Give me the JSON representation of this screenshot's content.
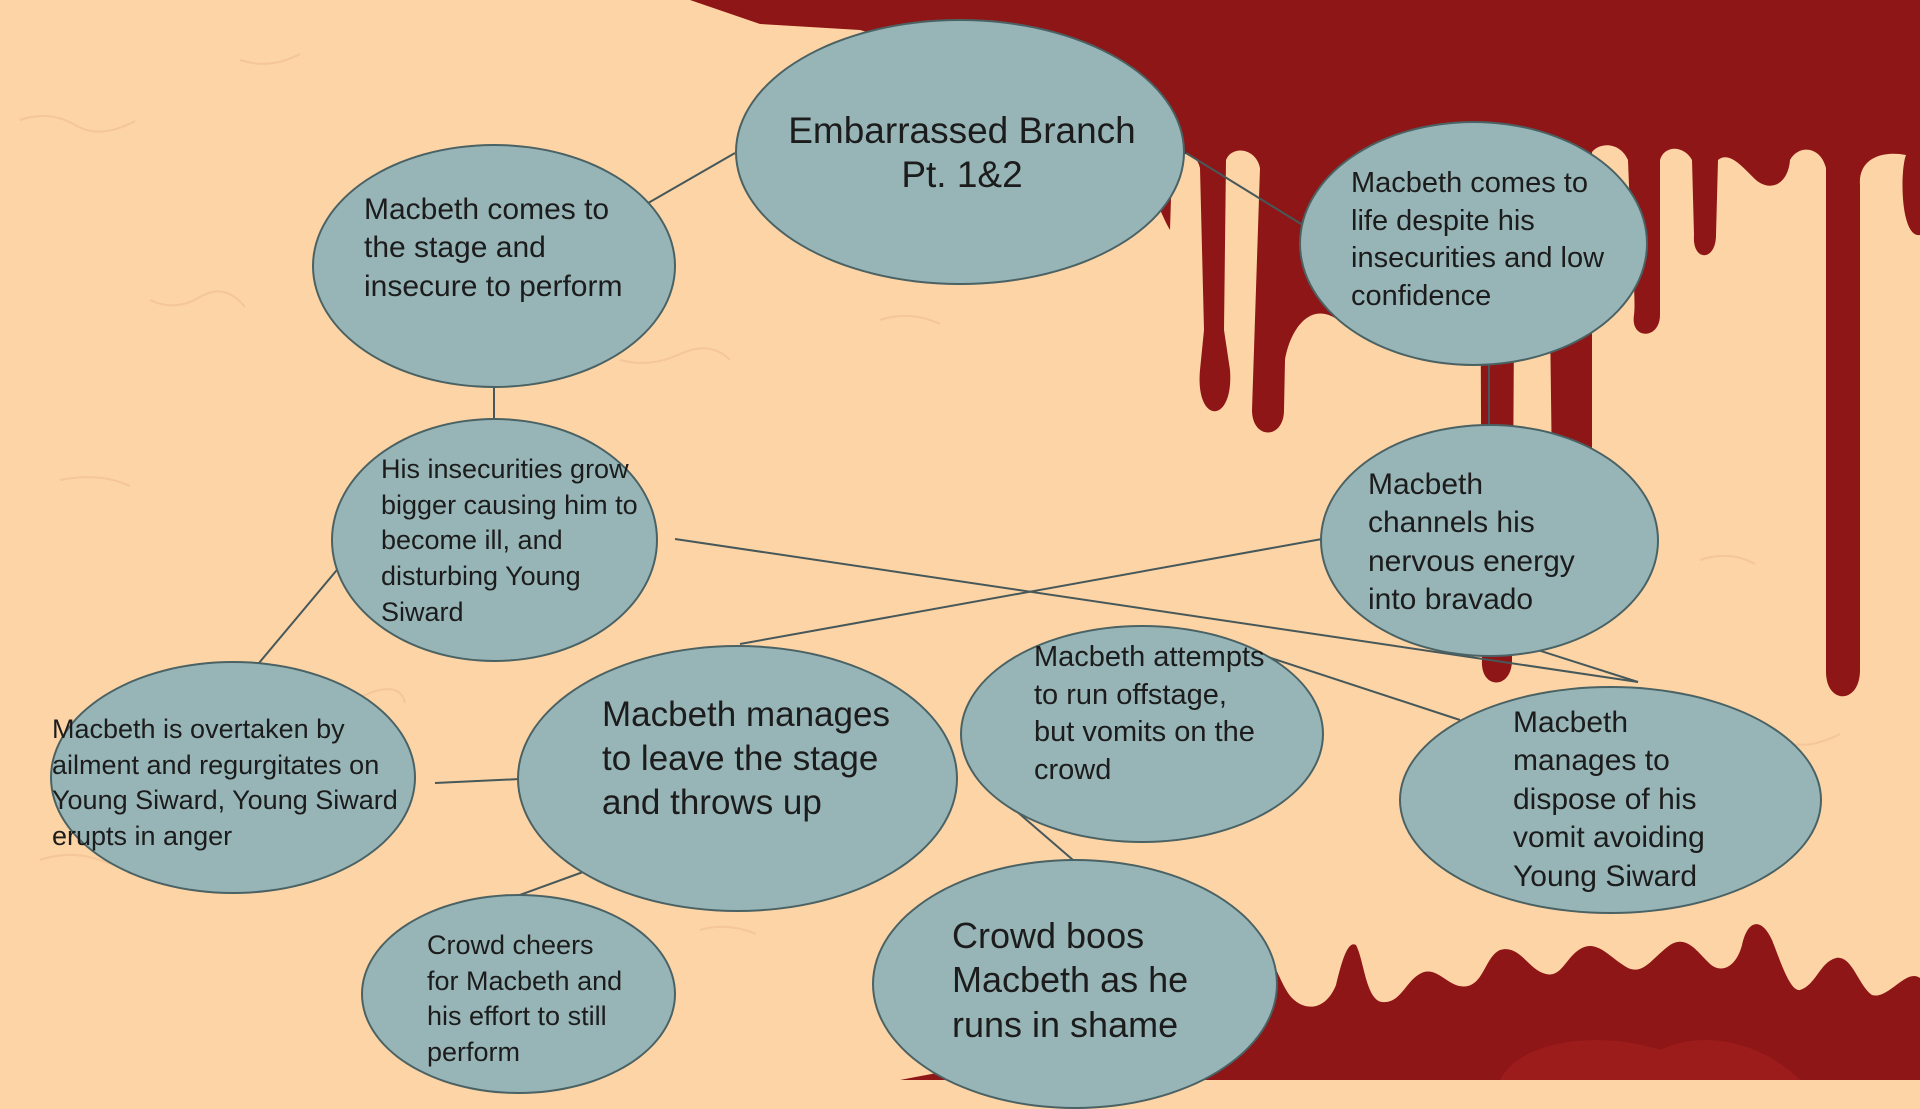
{
  "diagram": {
    "title": "Embarrassed Branch Pt. 1&2",
    "nodes": {
      "root": "Embarrassed Branch Pt. 1&2",
      "left_top": "Macbeth comes to the stage and insecure to perform",
      "left_mid": "His insecurities grow bigger causing him to become ill, and disturbing Young Siward",
      "left_low": "Macbeth is overtaken by ailment and regurgitates on Young Siward, Young Siward erupts in anger",
      "center_leave": "Macbeth manages to leave the stage and throws up",
      "cheers": "Crowd cheers for Macbeth and his effort to still perform",
      "attempts": "Macbeth attempts to run offstage, but vomits on the crowd",
      "boos": "Crowd boos Macbeth as he runs in shame",
      "right_top": "Macbeth comes to life despite his insecurities and low confidence",
      "right_mid": "Macbeth channels his nervous energy into bravado",
      "right_low": "Macbeth manages to dispose of his vomit avoiding Young Siward"
    }
  },
  "colors": {
    "background": "#fdd4a6",
    "blood": "#8e1616",
    "node_fill": "#97b5b7",
    "node_border": "#4a6264",
    "edge": "#46585a"
  }
}
